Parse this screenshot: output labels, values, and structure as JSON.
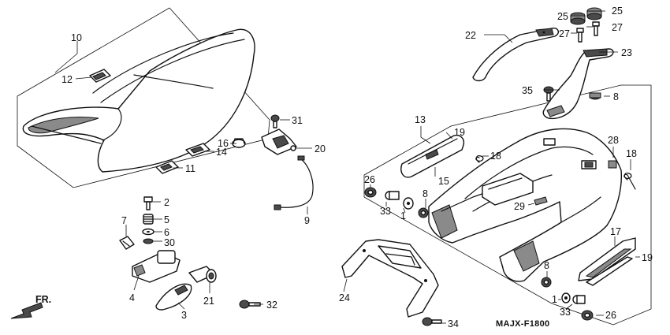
{
  "diagram": {
    "code": "MAJX-F1800",
    "direction_label": "FR.",
    "callouts": {
      "c10": "10",
      "c12": "12",
      "c16": "16",
      "c14": "14",
      "c11": "11",
      "c2": "2",
      "c5": "5",
      "c6": "6",
      "c30": "30",
      "c7": "7",
      "c4": "4",
      "c3": "3",
      "c21": "21",
      "c32": "32",
      "c31": "31",
      "c20": "20",
      "c9": "9",
      "c22": "22",
      "c25a": "25",
      "c25b": "25",
      "c27a": "27",
      "c27b": "27",
      "c23": "23",
      "c35": "35",
      "c8a": "8",
      "c13": "13",
      "c19a": "19",
      "c18a": "18",
      "c15": "15",
      "c26a": "26",
      "c33a": "33",
      "c1a": "1",
      "c8b": "8",
      "c29": "29",
      "c28": "28",
      "c18b": "18",
      "c17": "17",
      "c19b": "19",
      "c8c": "8",
      "c1b": "1",
      "c33b": "33",
      "c26b": "26",
      "c24": "24",
      "c34": "34"
    }
  }
}
